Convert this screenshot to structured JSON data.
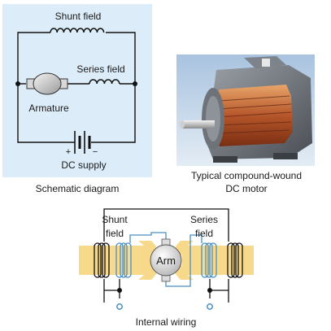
{
  "schematic": {
    "shunt_field_label": "Shunt field",
    "series_field_label": "Series field",
    "armature_label": "Armature",
    "dc_supply_label": "DC supply",
    "plus_sign": "+",
    "minus_sign": "−",
    "caption": "Schematic diagram",
    "panel_color": "#dcecf8"
  },
  "photo": {
    "caption_line1": "Typical compound-wound",
    "caption_line2": "DC motor"
  },
  "internal_wiring": {
    "shunt_label_line1": "Shunt",
    "shunt_label_line2": "field",
    "series_label_line1": "Series",
    "series_label_line2": "field",
    "armature_label": "Arm",
    "caption": "Internal wiring",
    "pole_color": "#f6d98a",
    "wire_color": "#4a8fc4"
  }
}
